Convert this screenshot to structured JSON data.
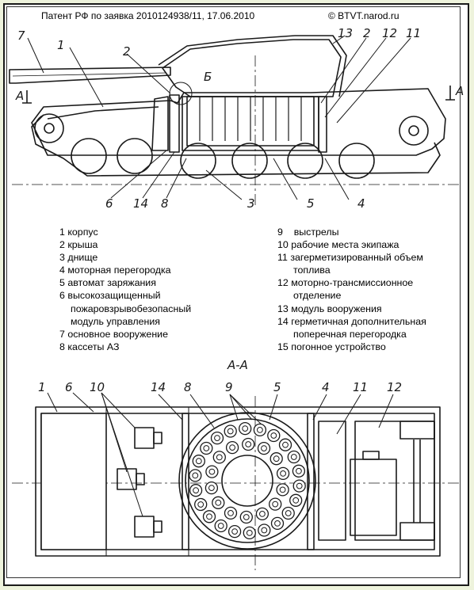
{
  "header": {
    "patent": "Патент РФ по заявка 2010124938/11, 17.06.2010",
    "site": "© BTVT.narod.ru"
  },
  "section_marker": "А",
  "section_title": "А-А",
  "top_callouts": [
    "7",
    "1",
    "2",
    "Б",
    "13",
    "2",
    "12",
    "11"
  ],
  "bottom_callouts": [
    "6",
    "14",
    "8",
    "3",
    "5",
    "4"
  ],
  "plan_callouts": [
    "1",
    "6",
    "10",
    "14",
    "8",
    "9",
    "5",
    "4",
    "11",
    "12"
  ],
  "legend": {
    "left": [
      {
        "num": "1",
        "text": "корпус"
      },
      {
        "num": "2",
        "text": "крыша"
      },
      {
        "num": "3",
        "text": "днище"
      },
      {
        "num": "4",
        "text": "моторная перегородка"
      },
      {
        "num": "5",
        "text": "автомат заряжания"
      },
      {
        "num": "6",
        "text": "высокозащищенный",
        "cont": [
          "пожаровзрывобезопасный",
          "модуль управления"
        ]
      },
      {
        "num": "7",
        "text": "основное вооружение"
      },
      {
        "num": "8",
        "text": "кассеты АЗ"
      }
    ],
    "right": [
      {
        "num": "9",
        "text": "выстрелы"
      },
      {
        "num": "10",
        "text": "рабочие места экипажа"
      },
      {
        "num": "11",
        "text": "загерметизированный объем",
        "cont": [
          "топлива"
        ]
      },
      {
        "num": "12",
        "text": "моторно-трансмиссионное",
        "cont": [
          "отделение"
        ]
      },
      {
        "num": "13",
        "text": "модуль вооружения"
      },
      {
        "num": "14",
        "text": "герметичная дополнительная",
        "cont": [
          "поперечная перегородка"
        ]
      },
      {
        "num": "15",
        "text": "погонное устройство"
      }
    ]
  }
}
